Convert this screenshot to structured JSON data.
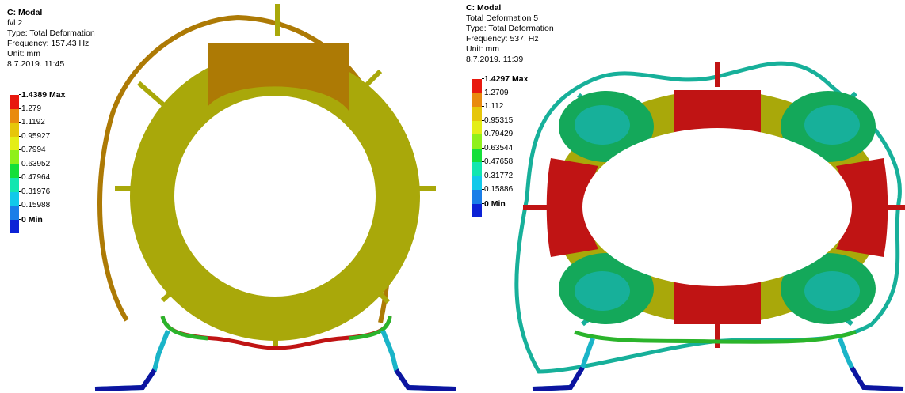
{
  "left_panel": {
    "title": "C: Modal",
    "lines": [
      "fvl 2",
      "Type: Total Deformation",
      "Frequency: 157.43 Hz",
      "Unit: mm",
      "8.7.2019. 11:45"
    ],
    "legend": [
      {
        "label": "1.4389 Max",
        "color": "#e8190e"
      },
      {
        "label": "1.279",
        "color": "#e98a0e"
      },
      {
        "label": "1.1192",
        "color": "#e6c60a"
      },
      {
        "label": "0.95927",
        "color": "#e4ee17"
      },
      {
        "label": "0.7994",
        "color": "#8ff01a"
      },
      {
        "label": "0.63952",
        "color": "#14df3a"
      },
      {
        "label": "0.47964",
        "color": "#12e6b0"
      },
      {
        "label": "0.31976",
        "color": "#11c9ea"
      },
      {
        "label": "0.15988",
        "color": "#1a7ee8"
      },
      {
        "label": "0 Min",
        "color": "#0c22d6"
      }
    ]
  },
  "right_panel": {
    "title": "C: Modal",
    "lines": [
      "Total Deformation 5",
      "Type: Total Deformation",
      "Frequency: 537. Hz",
      "Unit: mm",
      "8.7.2019. 11:39"
    ],
    "legend": [
      {
        "label": "1.4297 Max",
        "color": "#e8190e"
      },
      {
        "label": "1.2709",
        "color": "#e98a0e"
      },
      {
        "label": "1.112",
        "color": "#e6c60a"
      },
      {
        "label": "0.95315",
        "color": "#e4ee17"
      },
      {
        "label": "0.79429",
        "color": "#8ff01a"
      },
      {
        "label": "0.63544",
        "color": "#14df3a"
      },
      {
        "label": "0.47658",
        "color": "#12e6b0"
      },
      {
        "label": "0.31772",
        "color": "#11c9ea"
      },
      {
        "label": "0.15886",
        "color": "#1a7ee8"
      },
      {
        "label": "0 Min",
        "color": "#0c22d6"
      }
    ]
  },
  "colors": {
    "red": "#c01414",
    "orange": "#ad7a05",
    "olive": "#a9a80a",
    "yellowgreen": "#8fb014",
    "green": "#2bb42b",
    "teal": "#17b09a",
    "cyan": "#1ab4c8",
    "blue": "#0a2fb8",
    "navy": "#0c14a0"
  }
}
